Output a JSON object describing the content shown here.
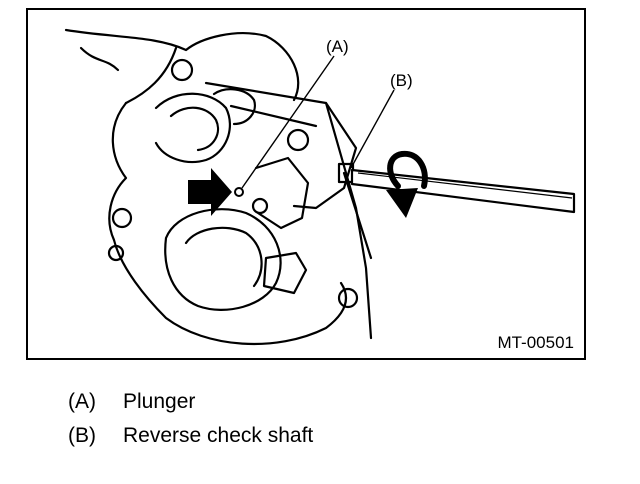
{
  "figure": {
    "callouts": {
      "a": "(A)",
      "b": "(B)"
    },
    "figure_id": "MT-00501"
  },
  "legend": {
    "items": [
      {
        "key": "(A)",
        "text": "Plunger"
      },
      {
        "key": "(B)",
        "text": "Reverse check shaft"
      }
    ]
  }
}
